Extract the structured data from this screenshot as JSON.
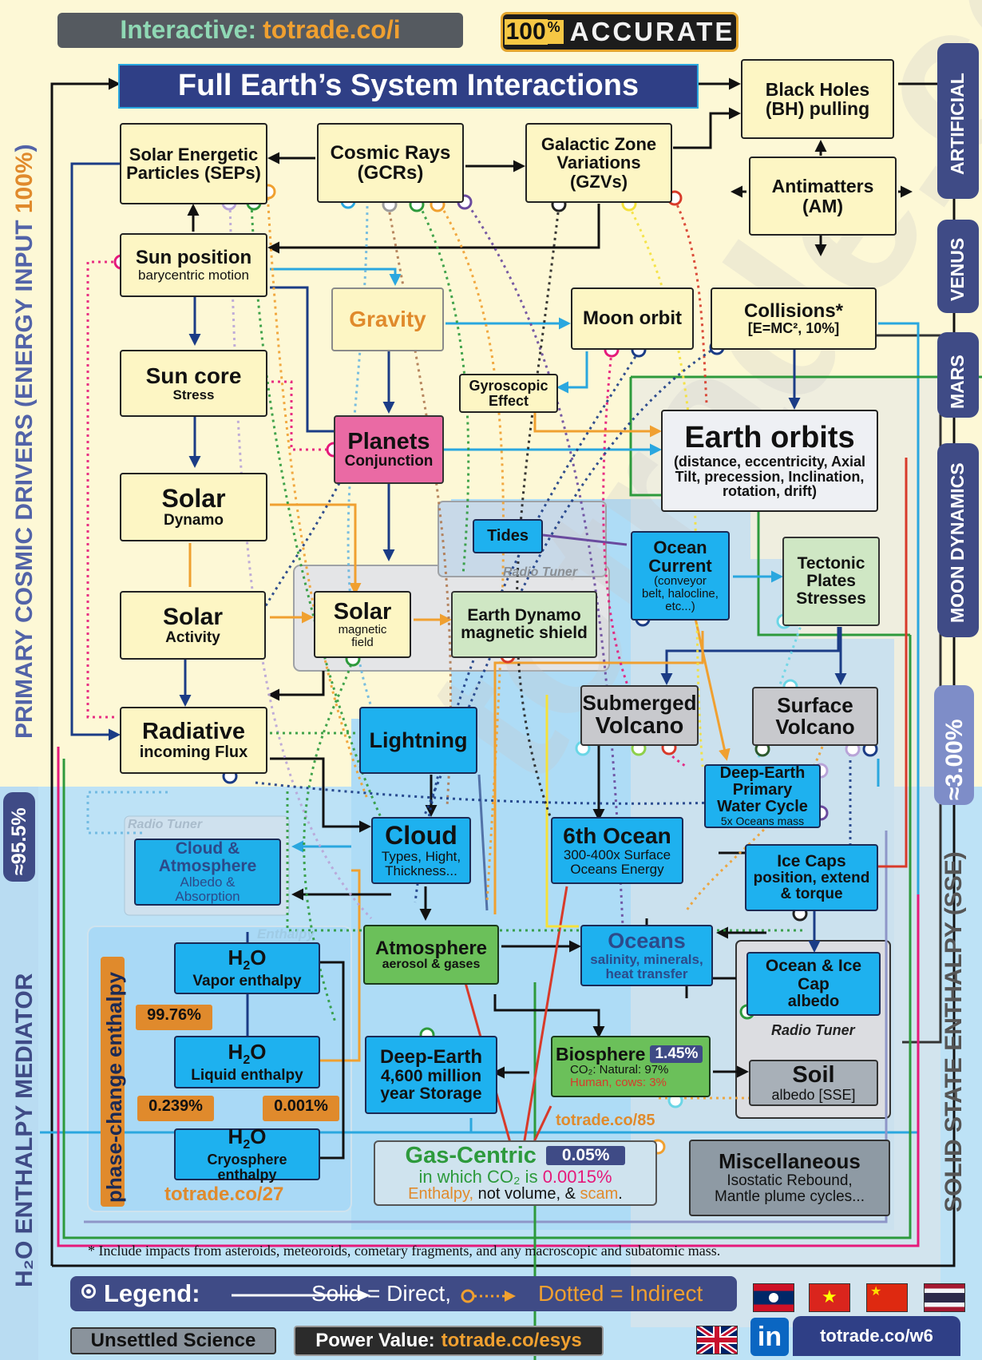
{
  "header": {
    "interactive_label": "Interactive:",
    "interactive_link": "totrade.co/i",
    "accuracy_pct": "100",
    "accuracy_sign": "%",
    "accuracy_word": "ACCURATE",
    "title": "Full Earth’s System Interactions"
  },
  "side_labels": {
    "left_top_prefix": "PRIMARY COSMIC DRIVERS (ENERGY INPUT ",
    "left_top_pct": "100%",
    "left_top_suffix": ")",
    "left_bottom": "H₂O ENTHALPY MEDIATOR",
    "left_bottom_pct": "≈95.5%",
    "right_pills": [
      "ARTIFICIAL",
      "VENUS",
      "MARS",
      "MOON DYNAMICS"
    ],
    "right_pct": "≈3.00%",
    "right_bottom": "SOLID STATE  ENTHALPY (SSE)"
  },
  "nodes": {
    "seps": [
      "Solar Energetic",
      "Particles (SEPs)"
    ],
    "gcrs": [
      "Cosmic Rays",
      "(GCRs)"
    ],
    "gzvs": [
      "Galactic Zone",
      "Variations",
      "(GZVs)"
    ],
    "black_holes": [
      "Black Holes",
      "(BH) pulling"
    ],
    "antimatters": [
      "Antimatters",
      "(AM)"
    ],
    "sun_position": [
      "Sun position",
      "barycentric motion"
    ],
    "gravity": "Gravity",
    "moon_orbit": "Moon orbit",
    "collisions": [
      "Collisions*",
      "[E=MC², 10%]"
    ],
    "sun_core": [
      "Sun core",
      "Stress"
    ],
    "gyroscopic": [
      "Gyroscopic",
      "Effect"
    ],
    "planets": [
      "Planets",
      "Conjunction"
    ],
    "earth_orbits": [
      "Earth orbits",
      "(distance, eccentricity, Axial",
      "Tilt, precession, Inclination,",
      "rotation, drift)"
    ],
    "solar_dynamo": [
      "Solar",
      "Dynamo"
    ],
    "tides": "Tides",
    "radio_tuner": "Radio Tuner",
    "ocean_current": [
      "Ocean",
      "Current",
      "(conveyor",
      "belt, halocline,",
      "etc...)"
    ],
    "tectonic": [
      "Tectonic",
      "Plates",
      "Stresses"
    ],
    "solar_activity": [
      "Solar",
      "Activity"
    ],
    "solar_mag": [
      "Solar",
      "magnetic",
      "field"
    ],
    "earth_dynamo": [
      "Earth Dynamo",
      "magnetic shield"
    ],
    "radiative": [
      "Radiative",
      "incoming Flux"
    ],
    "lightning": "Lightning",
    "submerged": [
      "Submerged",
      "Volcano"
    ],
    "surface_volcano": [
      "Surface",
      "Volcano"
    ],
    "deep_earth_water": [
      "Deep-Earth",
      "Primary",
      "Water Cycle",
      "5x Oceans mass"
    ],
    "cloud_atm": [
      "Cloud &",
      "Atmosphere",
      "Albedo &",
      "Absorption"
    ],
    "cloud": [
      "Cloud",
      "Types, Hight,",
      "Thickness..."
    ],
    "sixth_ocean": [
      "6th Ocean",
      "300-400x Surface",
      "Oceans Energy"
    ],
    "ice_caps": [
      "Ice Caps",
      "position, extend",
      "& torque"
    ],
    "enthalpy_label": "Enthalpy",
    "vapor": [
      "H",
      "2",
      "O",
      "Vapor enthalpy"
    ],
    "atmosphere": [
      "Atmosphere",
      "aerosol & gases"
    ],
    "oceans": [
      "Oceans",
      "salinity, minerals,",
      "heat transfer"
    ],
    "ocean_ice_albedo": [
      "Ocean & Ice Cap",
      "albedo"
    ],
    "radio_tuner_2": "Radio Tuner",
    "liquid": [
      "H",
      "2",
      "O",
      "Liquid enthalpy"
    ],
    "deep_earth_storage": [
      "Deep-Earth",
      "4,600 million",
      "year Storage"
    ],
    "biosphere": [
      "Biosphere",
      "1.45%",
      "CO₂: Natural: 97%",
      "Human, cows: 3%"
    ],
    "soil": [
      "Soil",
      "albedo [SSE]"
    ],
    "cryosphere": [
      "H",
      "2",
      "O",
      "Cryosphere",
      "enthalpy"
    ],
    "phase_change": "phase-change enthalpy",
    "gas_centric": {
      "title": "Gas-Centric",
      "pct": "0.05%",
      "line2_a": "in which CO₂ is ",
      "line2_b": "0.0015%",
      "line3_a": "Enthalpy,",
      "line3_b": " not volume, & ",
      "line3_c": "scam",
      "line3_d": "."
    },
    "misc": [
      "Miscellaneous",
      "Isostatic Rebound,",
      "Mantle plume cycles..."
    ]
  },
  "percent_tags": {
    "vapor_to_liquid": "99.76%",
    "liquid_to_cryo": "0.239%",
    "liquid_side": "0.001%"
  },
  "links": {
    "link_27": "totrade.co/27",
    "link_85": "totrade.co/85"
  },
  "footnote": "* Include impacts from asteroids, meteoroids, cometary fragments, and any macroscopic and subatomic mass.",
  "legend": {
    "title": "Legend:",
    "solid": "Solid = Direct,",
    "dotted": "Dotted = Indirect"
  },
  "bottom": {
    "unsettled": "Unsettled Science",
    "power_label": "Power Value:",
    "power_link": "totrade.co/esys",
    "w6_link": "totrade.co/w6"
  },
  "icons": [
    "legend-target-icon",
    "linkedin-icon",
    "flag-icon"
  ],
  "colors": {
    "yellow_zone": "#fdf8d6",
    "blue_zone": "#bde2f6",
    "node_blue": "#1eb1ef",
    "node_green": "#6bc05a",
    "title_bar": "#2f3f86",
    "accent_orange": "#e08a2c",
    "pill": "#3f4b86"
  }
}
